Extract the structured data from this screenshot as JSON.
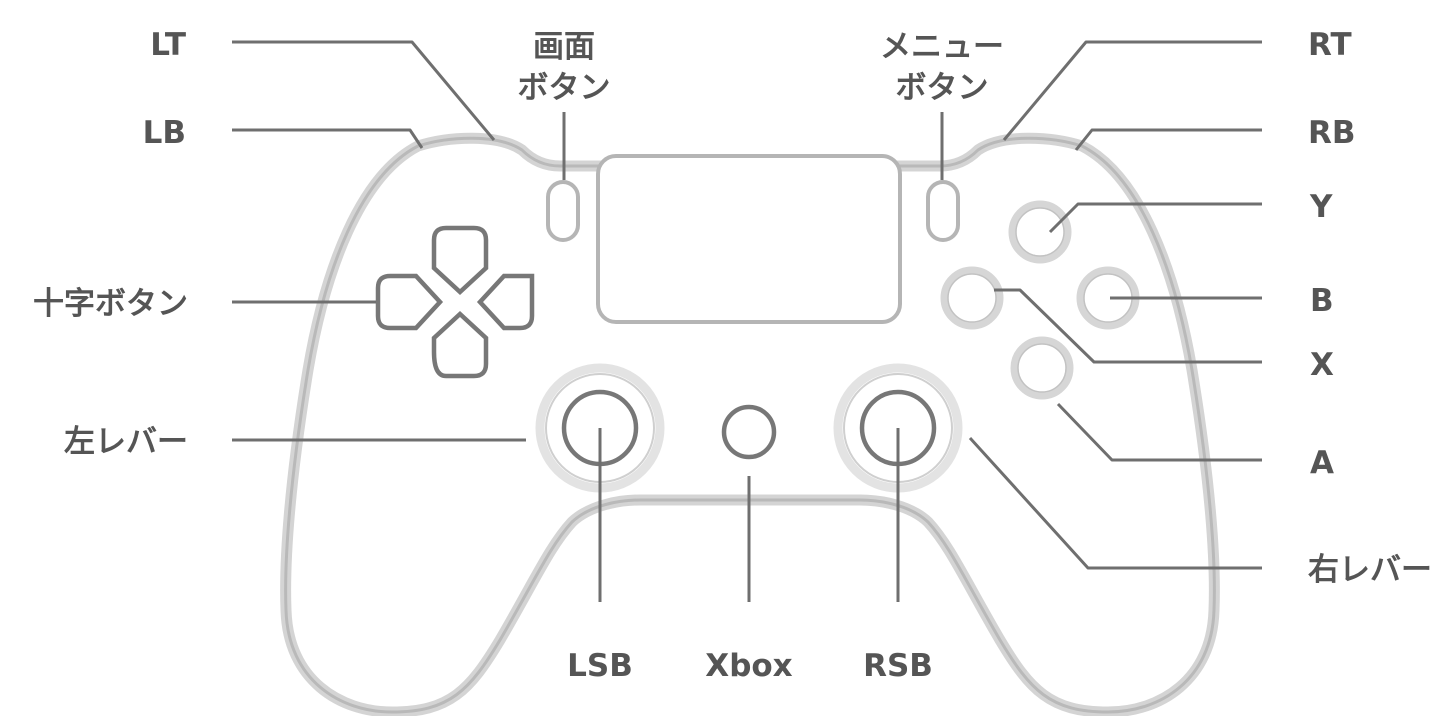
{
  "labels": {
    "lt": "LT",
    "lb": "LB",
    "rt": "RT",
    "rb": "RB",
    "view_line1": "画面",
    "view_line2": "ボタン",
    "menu_line1": "メニュー",
    "menu_line2": "ボタン",
    "dpad": "十字ボタン",
    "left_stick": "左レバー",
    "right_stick": "右レバー",
    "y": "Y",
    "b": "B",
    "x": "X",
    "a": "A",
    "lsb": "LSB",
    "xbox": "Xbox",
    "rsb": "RSB"
  }
}
